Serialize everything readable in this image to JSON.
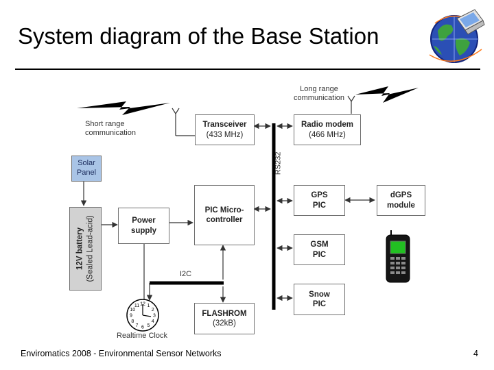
{
  "slide": {
    "title": "System diagram of the Base Station",
    "footer": "Enviromatics 2008 - Environmental Sensor Networks",
    "page_number": "4"
  },
  "diagram": {
    "labels": {
      "long_range": [
        "Long range",
        "communication"
      ],
      "short_range": [
        "Short range",
        "communication"
      ],
      "rs232": "RS232",
      "i2c": "I2C",
      "realtime_clock": "Realtime Clock"
    },
    "boxes": {
      "solar_panel": [
        "Solar",
        "Panel"
      ],
      "battery": [
        "12V battery",
        "(Sealed Lead-acid)"
      ],
      "power_supply": [
        "Power",
        "supply"
      ],
      "transceiver": [
        "Transceiver",
        "(433 MHz)"
      ],
      "pic_micro": [
        "PIC Micro-",
        "controller"
      ],
      "flashrom": [
        "FLASHROM",
        "(32kB)"
      ],
      "radio_modem": [
        "Radio modem",
        "(466 MHz)"
      ],
      "gps_pic": [
        "GPS",
        "PIC"
      ],
      "dgps_module": [
        "dGPS",
        "module"
      ],
      "gsm_pic": [
        "GSM",
        "PIC"
      ],
      "snow_pic": [
        "Snow",
        "PIC"
      ]
    },
    "clock_numbers": [
      "12",
      "1",
      "2",
      "3",
      "4",
      "5",
      "6",
      "7",
      "8",
      "9",
      "10",
      "11"
    ],
    "colors": {
      "solar_fill": "#a9c4e6",
      "battery_fill": "#d2d2d2",
      "phone_screen": "#22c022"
    }
  }
}
